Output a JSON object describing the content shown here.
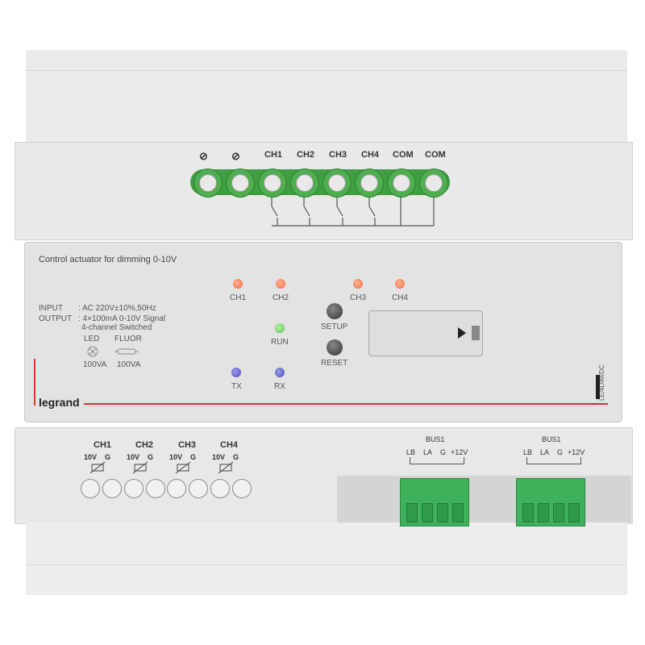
{
  "top_terminals": {
    "labels": [
      "⊘",
      "⊘",
      "CH1",
      "CH2",
      "CH3",
      "CH4",
      "COM",
      "COM"
    ]
  },
  "faceplate": {
    "title": "Control actuator for dimming 0-10V",
    "spec_labels": {
      "input": "INPUT",
      "output": "OUTPUT"
    },
    "input_value": ": AC 220V±10%,50Hz",
    "output_value": ": 4×100mA 0-10V Signal",
    "output_value_2": "4-channel Switched",
    "load_types": [
      {
        "name": "LED",
        "rating": "100VA"
      },
      {
        "name": "FLUOR",
        "rating": "100VA"
      }
    ],
    "leds": [
      {
        "label": "CH1",
        "color": "#f26b3c"
      },
      {
        "label": "CH2",
        "color": "#f26b3c"
      },
      {
        "label": "CH3",
        "color": "#f26b3c"
      },
      {
        "label": "CH4",
        "color": "#f26b3c"
      },
      {
        "label": "RUN",
        "color": "#4cc34c"
      },
      {
        "label": "TX",
        "color": "#4a4bb0"
      },
      {
        "label": "RX",
        "color": "#4a4bb0"
      }
    ],
    "buttons": {
      "setup": "SETUP",
      "reset": "RESET"
    },
    "brand": "legrand",
    "model": "LE/4DIM/DC",
    "accent_color": "#d8322e"
  },
  "bottom_channels": [
    {
      "name": "CH1",
      "pins": "10V    G"
    },
    {
      "name": "CH2",
      "pins": "10V    G"
    },
    {
      "name": "CH3",
      "pins": "10V    G"
    },
    {
      "name": "CH4",
      "pins": "10V    G"
    }
  ],
  "bus_connectors": [
    {
      "title": "BUS1",
      "pins": [
        "LB",
        "LA",
        "G",
        "+12V"
      ]
    },
    {
      "title": "BUS1",
      "pins": [
        "LB",
        "LA",
        "G",
        "+12V"
      ]
    }
  ]
}
